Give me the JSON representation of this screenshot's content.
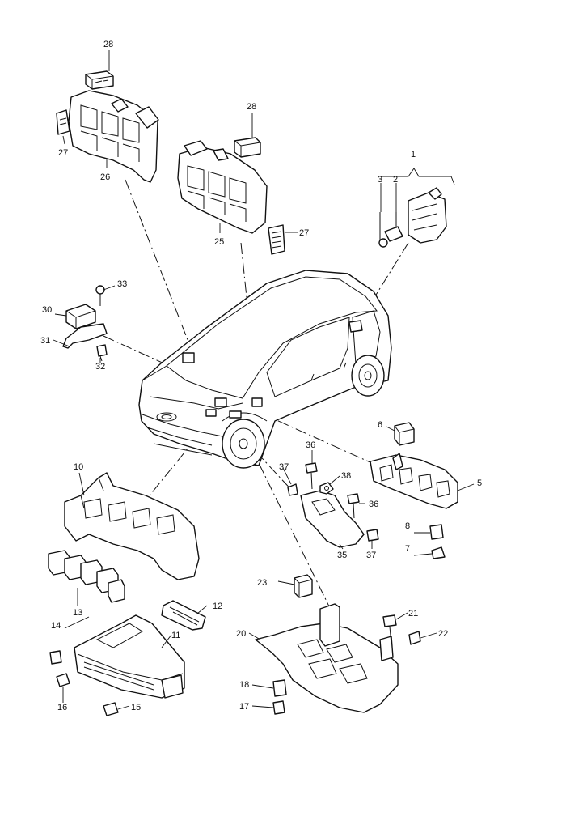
{
  "callouts": [
    {
      "id": "c28a",
      "text": "28"
    },
    {
      "id": "c27a",
      "text": "27"
    },
    {
      "id": "c26",
      "text": "26"
    },
    {
      "id": "c28b",
      "text": "28"
    },
    {
      "id": "c25",
      "text": "25"
    },
    {
      "id": "c27b",
      "text": "27"
    },
    {
      "id": "c1",
      "text": "1"
    },
    {
      "id": "c3",
      "text": "3"
    },
    {
      "id": "c2",
      "text": "2"
    },
    {
      "id": "c33",
      "text": "33"
    },
    {
      "id": "c30",
      "text": "30"
    },
    {
      "id": "c31",
      "text": "31"
    },
    {
      "id": "c32",
      "text": "32"
    },
    {
      "id": "c6",
      "text": "6"
    },
    {
      "id": "c36a",
      "text": "36"
    },
    {
      "id": "c37a",
      "text": "37"
    },
    {
      "id": "c38",
      "text": "38"
    },
    {
      "id": "c5",
      "text": "5"
    },
    {
      "id": "c36b",
      "text": "36"
    },
    {
      "id": "c8",
      "text": "8"
    },
    {
      "id": "c35",
      "text": "35"
    },
    {
      "id": "c37b",
      "text": "37"
    },
    {
      "id": "c7",
      "text": "7"
    },
    {
      "id": "c10",
      "text": "10"
    },
    {
      "id": "c13",
      "text": "13"
    },
    {
      "id": "c12",
      "text": "12"
    },
    {
      "id": "c14",
      "text": "14"
    },
    {
      "id": "c11",
      "text": "11"
    },
    {
      "id": "c16",
      "text": "16"
    },
    {
      "id": "c15",
      "text": "15"
    },
    {
      "id": "c23",
      "text": "23"
    },
    {
      "id": "c21",
      "text": "21"
    },
    {
      "id": "c20",
      "text": "20"
    },
    {
      "id": "c22",
      "text": "22"
    },
    {
      "id": "c18",
      "text": "18"
    },
    {
      "id": "c17",
      "text": "17"
    }
  ]
}
